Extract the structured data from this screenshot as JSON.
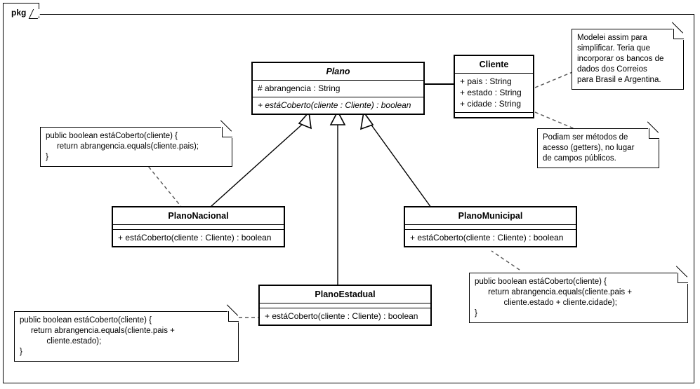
{
  "diagram": {
    "package_label": "pkg",
    "type": "uml-class-diagram",
    "colors": {
      "background": "#ffffff",
      "line": "#000000",
      "text": "#000000",
      "note_fill": "#ffffff"
    }
  },
  "classes": {
    "plano": {
      "name": "Plano",
      "abstract": true,
      "attributes": [
        "# abrangencia : String"
      ],
      "operations": [
        "+ estáCoberto(cliente : Cliente) : boolean"
      ]
    },
    "cliente": {
      "name": "Cliente",
      "abstract": false,
      "attributes": [
        "+ pais : String",
        "+ estado : String",
        "+ cidade : String"
      ],
      "operations": []
    },
    "plano_nacional": {
      "name": "PlanoNacional",
      "abstract": false,
      "attributes": [],
      "operations": [
        "+ estáCoberto(cliente : Cliente) : boolean"
      ]
    },
    "plano_municipal": {
      "name": "PlanoMunicipal",
      "abstract": false,
      "attributes": [],
      "operations": [
        "+ estáCoberto(cliente : Cliente) : boolean"
      ]
    },
    "plano_estadual": {
      "name": "PlanoEstadual",
      "abstract": false,
      "attributes": [],
      "operations": [
        "+ estáCoberto(cliente : Cliente) : boolean"
      ]
    }
  },
  "notes": {
    "note_modelei": {
      "text": "Modelei assim para\nsimplificar. Teria que\nincorporar os bancos de\ndados dos Correios\npara Brasil e Argentina."
    },
    "note_getters": {
      "text": "Podiam ser métodos de\nacesso (getters), no lugar\nde campos públicos."
    },
    "note_code_nacional": {
      "text": "public boolean estáCoberto(cliente) {\n     return abrangencia.equals(cliente.pais);\n}"
    },
    "note_code_municipal": {
      "text": "public boolean estáCoberto(cliente) {\n      return abrangencia.equals(cliente.pais +\n             cliente.estado + cliente.cidade);\n}"
    },
    "note_code_estadual": {
      "text": "public boolean estáCoberto(cliente) {\n     return abrangencia.equals(cliente.pais +\n            cliente.estado);\n}"
    }
  },
  "relationships": [
    {
      "kind": "generalization",
      "from": "PlanoNacional",
      "to": "Plano"
    },
    {
      "kind": "generalization",
      "from": "PlanoEstadual",
      "to": "Plano"
    },
    {
      "kind": "generalization",
      "from": "PlanoMunicipal",
      "to": "Plano"
    },
    {
      "kind": "association",
      "from": "Plano",
      "to": "Cliente"
    },
    {
      "kind": "note-link",
      "from": "note_modelei",
      "to": "Cliente"
    },
    {
      "kind": "note-link",
      "from": "note_getters",
      "to": "Cliente"
    },
    {
      "kind": "note-link",
      "from": "note_code_nacional",
      "to": "PlanoNacional"
    },
    {
      "kind": "note-link",
      "from": "note_code_municipal",
      "to": "PlanoMunicipal"
    },
    {
      "kind": "note-link",
      "from": "note_code_estadual",
      "to": "PlanoEstadual"
    }
  ]
}
